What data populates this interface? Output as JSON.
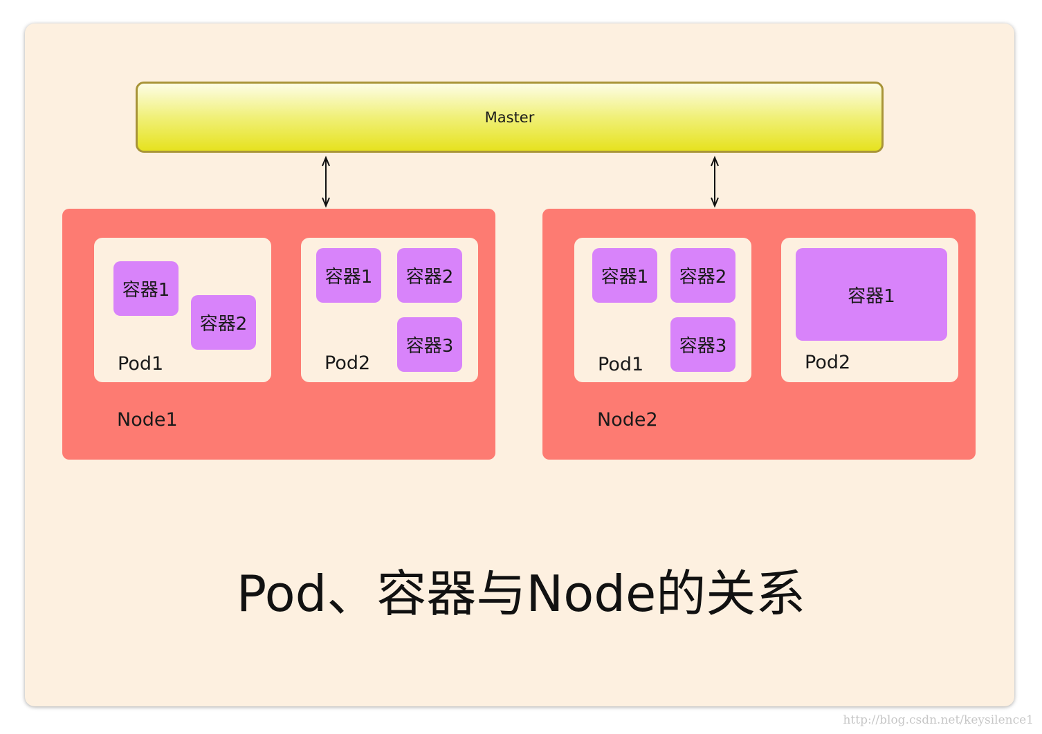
{
  "master": {
    "label": "Master"
  },
  "nodes": [
    {
      "label": "Node1",
      "pods": [
        {
          "label": "Pod1",
          "containers": [
            "容器1",
            "容器2"
          ]
        },
        {
          "label": "Pod2",
          "containers": [
            "容器1",
            "容器2",
            "容器3"
          ]
        }
      ]
    },
    {
      "label": "Node2",
      "pods": [
        {
          "label": "Pod1",
          "containers": [
            "容器1",
            "容器2",
            "容器3"
          ]
        },
        {
          "label": "Pod2",
          "containers": [
            "容器1"
          ]
        }
      ]
    }
  ],
  "title": "Pod、容器与Node的关系",
  "watermark": "http://blog.csdn.net/keysilence1",
  "colors": {
    "background": "#fdf0e0",
    "node": "#fd7b72",
    "pod": "#fdf0e0",
    "container": "#d883fa",
    "master_border": "#a89438",
    "master_fill": "#e6e21f"
  }
}
